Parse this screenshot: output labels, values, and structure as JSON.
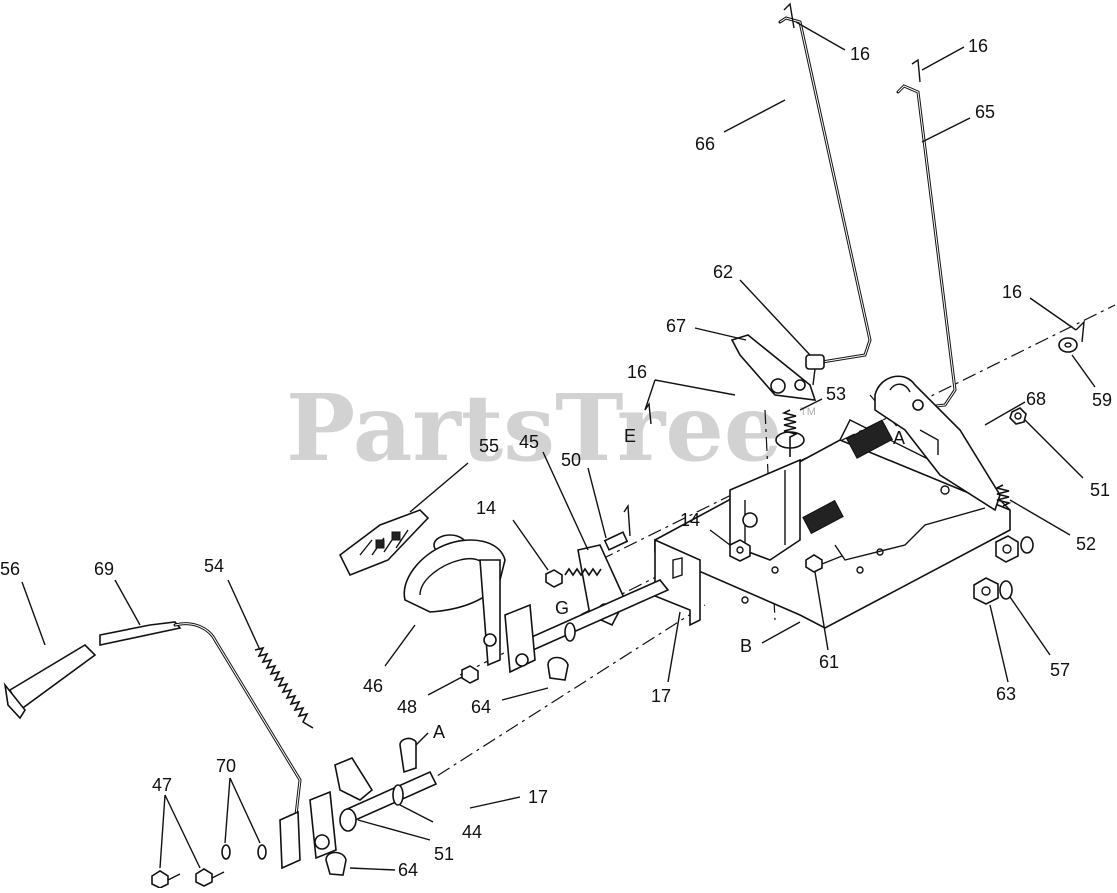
{
  "watermark": {
    "brand": "PartsTree",
    "tm": "TM"
  },
  "callouts": [
    {
      "id": "c-16-a",
      "label": "16"
    },
    {
      "id": "c-16-b",
      "label": "16"
    },
    {
      "id": "c-66",
      "label": "66"
    },
    {
      "id": "c-65",
      "label": "65"
    },
    {
      "id": "c-62",
      "label": "62"
    },
    {
      "id": "c-67",
      "label": "67"
    },
    {
      "id": "c-16-c",
      "label": "16"
    },
    {
      "id": "c-59",
      "label": "59"
    },
    {
      "id": "c-68",
      "label": "68"
    },
    {
      "id": "c-16-d",
      "label": "16"
    },
    {
      "id": "c-53",
      "label": "53"
    },
    {
      "id": "c-50",
      "label": "50"
    },
    {
      "id": "c-45",
      "label": "45"
    },
    {
      "id": "c-55",
      "label": "55"
    },
    {
      "id": "c-14-a",
      "label": "14"
    },
    {
      "id": "c-14-b",
      "label": "14"
    },
    {
      "id": "c-51-a",
      "label": "51"
    },
    {
      "id": "c-52",
      "label": "52"
    },
    {
      "id": "c-56",
      "label": "56"
    },
    {
      "id": "c-69",
      "label": "69"
    },
    {
      "id": "c-54",
      "label": "54"
    },
    {
      "id": "c-46",
      "label": "46"
    },
    {
      "id": "c-48",
      "label": "48"
    },
    {
      "id": "c-64-a",
      "label": "64"
    },
    {
      "id": "c-17-a",
      "label": "17"
    },
    {
      "id": "c-61",
      "label": "61"
    },
    {
      "id": "c-63",
      "label": "63"
    },
    {
      "id": "c-57",
      "label": "57"
    },
    {
      "id": "c-47",
      "label": "47"
    },
    {
      "id": "c-70",
      "label": "70"
    },
    {
      "id": "c-17-b",
      "label": "17"
    },
    {
      "id": "c-44",
      "label": "44"
    },
    {
      "id": "c-51-b",
      "label": "51"
    },
    {
      "id": "c-64-b",
      "label": "64"
    }
  ],
  "letters": [
    {
      "id": "l-E",
      "label": "E"
    },
    {
      "id": "l-A-top",
      "label": "A"
    },
    {
      "id": "l-G",
      "label": "G"
    },
    {
      "id": "l-B",
      "label": "B"
    },
    {
      "id": "l-A-bottom",
      "label": "A"
    }
  ]
}
